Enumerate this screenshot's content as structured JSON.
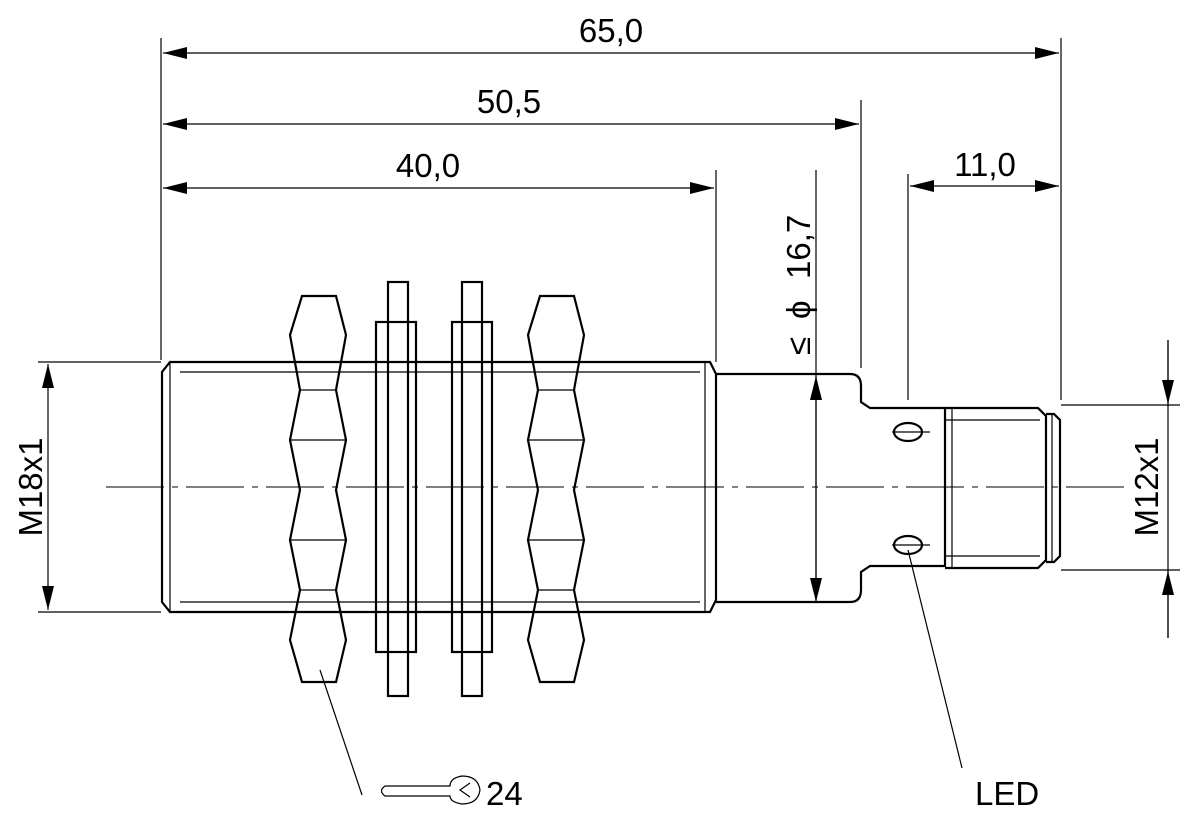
{
  "dimensions": {
    "overall_length": "65,0",
    "length_to_shoulder": "50,5",
    "thread_length": "40,0",
    "connector_length": "11,0",
    "body_diameter_prefix": "≤",
    "body_diameter_symbol": "ϕ",
    "body_diameter_value": "16,7",
    "thread_main": "M18x1",
    "thread_connector": "M12x1"
  },
  "callouts": {
    "wrench_size": "24",
    "led_label": "LED"
  },
  "colors": {
    "line": "#000000",
    "background": "#ffffff"
  },
  "icons": {
    "wrench": "open-end-wrench-icon",
    "led": "led-window-icon"
  }
}
